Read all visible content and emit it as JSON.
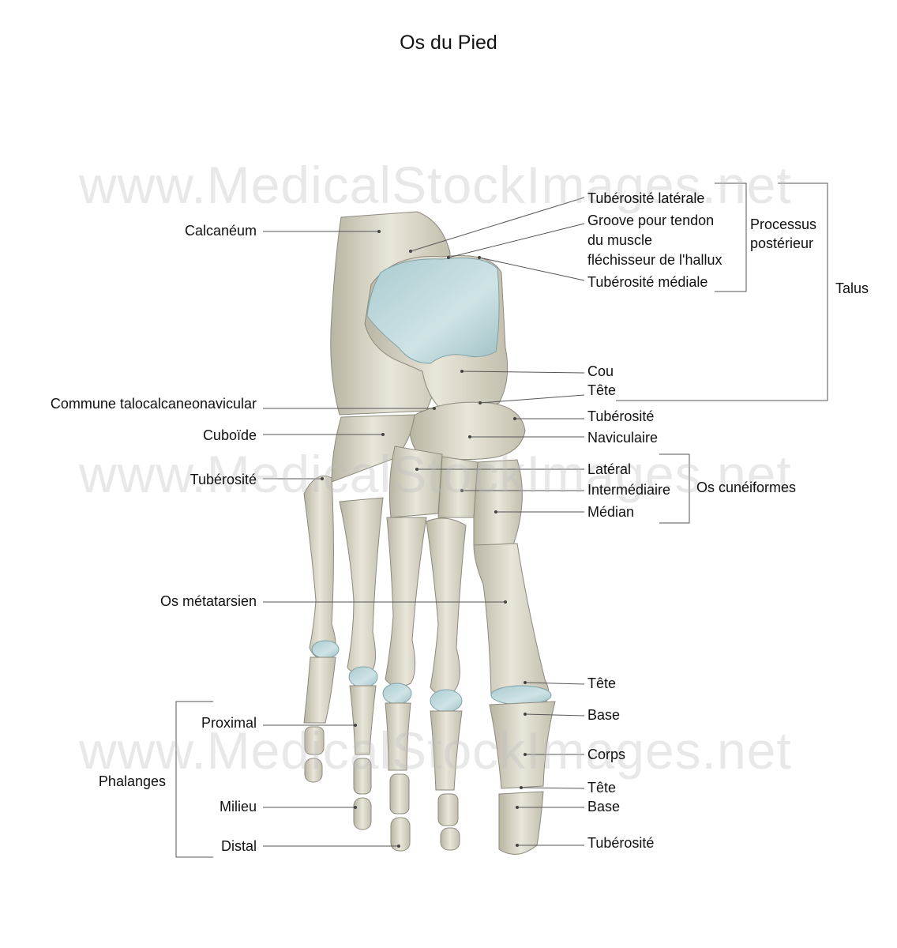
{
  "title": "Os du Pied",
  "watermark": "www.MedicalStockImages.net",
  "labels": {
    "calcaneum": "Calcanéum",
    "commune": "Commune talocalcaneonavicular",
    "cuboide": "Cuboïde",
    "tuberosite_left": "Tubérosité",
    "metatarsien": "Os métatarsien",
    "proximal": "Proximal",
    "phalanges": "Phalanges",
    "milieu": "Milieu",
    "distal": "Distal",
    "tub_laterale": "Tubérosité latérale",
    "groove_1": "Groove pour tendon",
    "groove_2": "du muscle",
    "groove_3": "fléchisseur de l'hallux",
    "tub_mediale": "Tubérosité médiale",
    "processus_1": "Processus",
    "processus_2": "postérieur",
    "talus": "Talus",
    "cou": "Cou",
    "tete_talus": "Tête",
    "tuberosite_nav": "Tubérosité",
    "naviculaire": "Naviculaire",
    "lateral": "Latéral",
    "intermediaire": "Intermédiaire",
    "median": "Médian",
    "cuneiformes": "Os cunéiformes",
    "tete_meta": "Tête",
    "base_prox": "Base",
    "corps": "Corps",
    "tete_prox": "Tête",
    "base_dist": "Base",
    "tuberosite_dist": "Tubérosité"
  }
}
